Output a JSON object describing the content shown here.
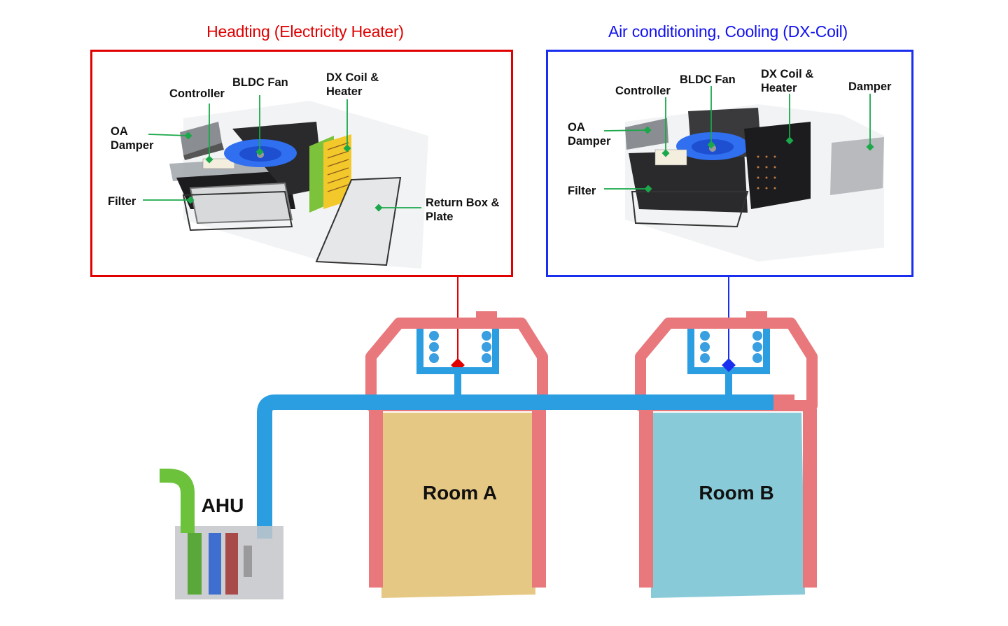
{
  "heating_panel": {
    "title": "Headting (Electricity Heater)",
    "title_color": "#e00000",
    "border_color": "#e00000",
    "labels": {
      "controller": "Controller",
      "bldc_fan": "BLDC Fan",
      "dx_coil_heater": "DX Coil &\nHeater",
      "oa_damper": "OA\nDamper",
      "filter": "Filter",
      "return_box": "Return Box &\nPlate"
    }
  },
  "cooling_panel": {
    "title": "Air conditioning, Cooling (DX-Coil)",
    "title_color": "#1010ee",
    "border_color": "#1a2ef0",
    "labels": {
      "controller": "Controller",
      "bldc_fan": "BLDC Fan",
      "dx_coil_heater": "DX Coil &\nHeater",
      "damper": "Damper",
      "oa_damper": "OA\nDamper",
      "filter": "Filter"
    }
  },
  "system": {
    "ahu_label": "AHU",
    "room_a_label": "Room A",
    "room_b_label": "Room B"
  },
  "colors": {
    "leader_line": "#1aa84a",
    "duct": "#2a9ee0",
    "frame": "#e8787c",
    "room_a_fill": "#e2c275",
    "room_b_fill": "#7cc4d4",
    "fan": "#2f6ff0",
    "coil_green": "#7cc23a",
    "coil_yellow": "#f2c82a"
  }
}
